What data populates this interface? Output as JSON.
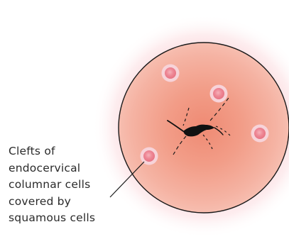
{
  "label": {
    "lines": [
      "Clefts of",
      "endocervical",
      "columnar cells",
      "covered by",
      "squamous cells"
    ]
  },
  "colors": {
    "outer_glow": "#f6c0c7",
    "cervix_fill": "#f3a793",
    "cervix_center": "#f08f78",
    "outline": "#1a1a1a",
    "os": "#111111",
    "cyst_ring": "#f7cfd6",
    "cyst_fill": "#ee8c98"
  }
}
